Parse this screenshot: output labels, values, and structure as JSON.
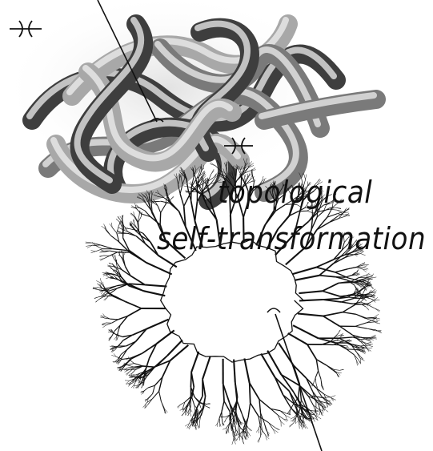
{
  "caption": {
    "line1": "topological",
    "line2": "self-transformation"
  },
  "colors": {
    "background": "#ffffff",
    "ink": "#111111",
    "tube_dark": "#3a3a3a",
    "tube_mid": "#8a8a8a",
    "tube_light": "#e6e6e6"
  },
  "icons": [
    "knot-crossing-marker-icon",
    "knot-crossing-marker-icon",
    "tube-knot-illustration",
    "fractal-ring-illustration",
    "pointer-line-icon"
  ]
}
